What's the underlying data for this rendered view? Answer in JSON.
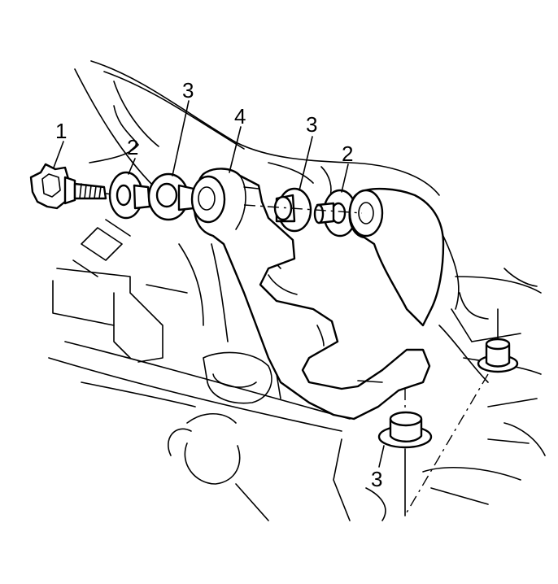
{
  "callouts": [
    {
      "id": "bolt",
      "label": "1"
    },
    {
      "id": "washer-left",
      "label": "2"
    },
    {
      "id": "bushing-left",
      "label": "3"
    },
    {
      "id": "bracket",
      "label": "4"
    },
    {
      "id": "bushing-right",
      "label": "3"
    },
    {
      "id": "washer-right",
      "label": "2"
    },
    {
      "id": "bushing-lower",
      "label": "3"
    }
  ],
  "colors": {
    "line": "#000000",
    "background": "#ffffff"
  }
}
